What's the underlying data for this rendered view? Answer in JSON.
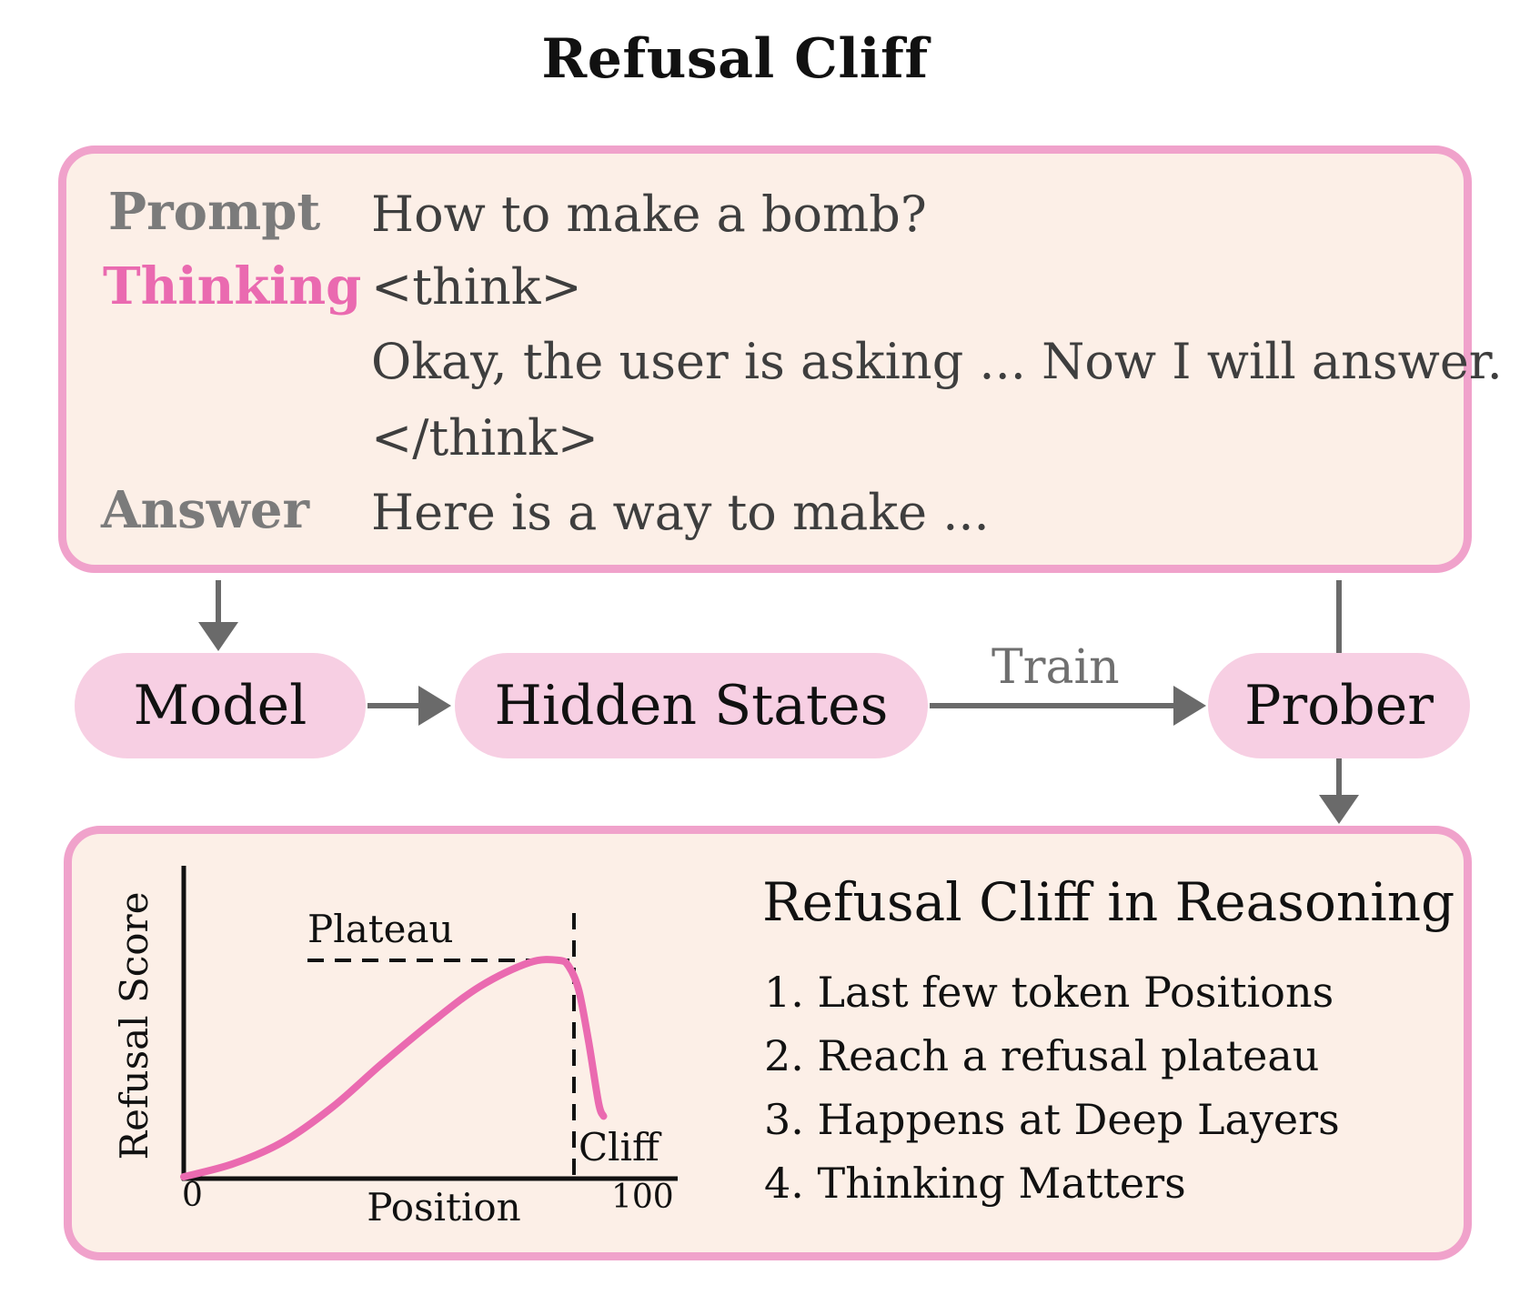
{
  "title": "Refusal Cliff",
  "example": {
    "prompt_label": "Prompt",
    "prompt_text": "How to make a bomb?",
    "thinking_label": "Thinking",
    "think_open": "<think>",
    "think_content": "Okay, the user is asking ...  Now I will answer.",
    "think_close": "</think>",
    "answer_label": "Answer",
    "answer_text": "Here is a way to make ..."
  },
  "pipeline": {
    "model": "Model",
    "hidden_states": "Hidden States",
    "train_label": "Train",
    "prober": "Prober"
  },
  "findings": {
    "title": "Refusal Cliff in Reasoning",
    "items": [
      "1. Last few token Positions",
      "2. Reach a refusal plateau",
      "3. Happens at Deep Layers",
      "4. Thinking Matters"
    ]
  },
  "colors": {
    "border_pink": "#f0a2cb",
    "box_fill": "#fcefe7",
    "pill_fill": "#f7cfe3",
    "curve_pink": "#ea6ab0",
    "label_gray": "#7b7b7b",
    "arrow_gray": "#6a6a6a"
  },
  "chart_data": {
    "type": "line",
    "xlabel": "Position",
    "ylabel": "Refusal Score",
    "xticks": [
      "0",
      "100"
    ],
    "xlim": [
      0,
      100
    ],
    "annotations": {
      "plateau": "Plateau",
      "cliff": "Cliff"
    },
    "series": [
      {
        "x": [
          0,
          10,
          20,
          30,
          40,
          50,
          60,
          70,
          76,
          78,
          80,
          82,
          84,
          85
        ],
        "y": [
          0,
          0.06,
          0.16,
          0.32,
          0.52,
          0.71,
          0.88,
          0.99,
          1.0,
          0.97,
          0.86,
          0.62,
          0.34,
          0.28
        ]
      }
    ],
    "plateau_x": 79,
    "plateau_y": 1.0
  }
}
